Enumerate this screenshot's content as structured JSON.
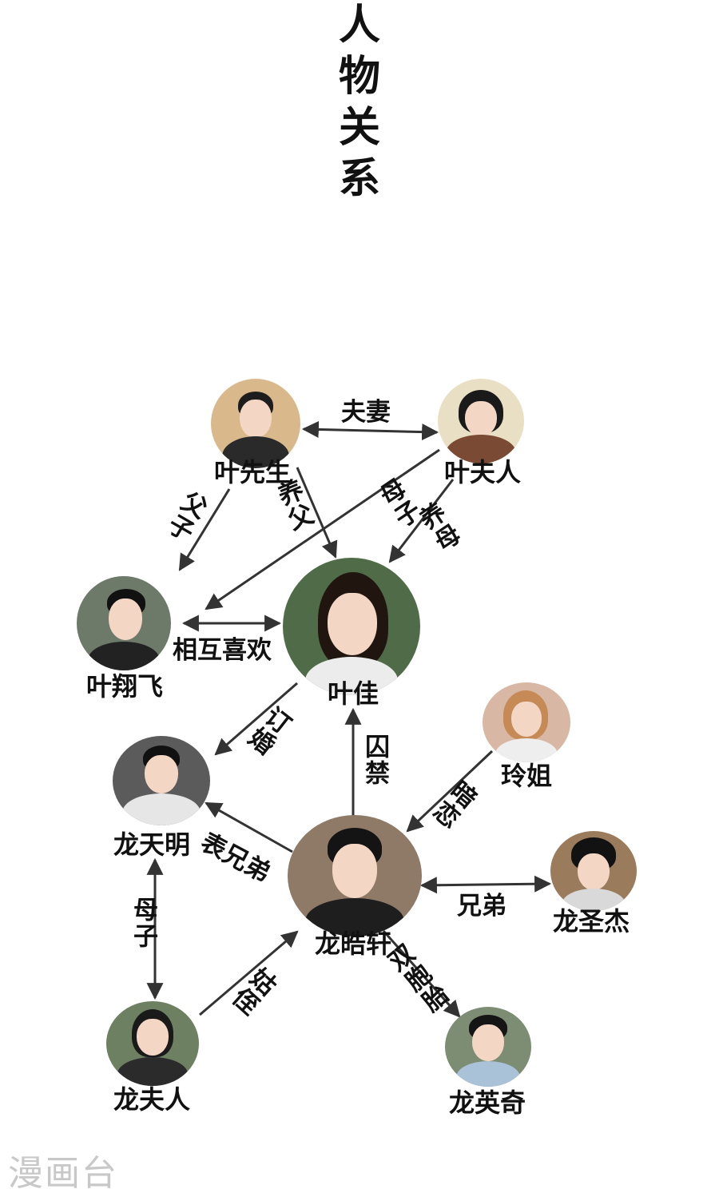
{
  "title": "人物关系",
  "people": {
    "ye_xiansheng": "叶先生",
    "ye_furen": "叶夫人",
    "ye_xiangfei": "叶翔飞",
    "ye_jia": "叶佳",
    "ling_jie": "玲姐",
    "long_tianming": "龙天明",
    "long_haoxuan": "龙皓轩",
    "long_shengjie": "龙圣杰",
    "long_furen": "龙夫人",
    "long_yingqi": "龙英奇"
  },
  "relations": {
    "fuqi": "夫妻",
    "fuzi": "父子",
    "yangfu": "养父",
    "muzi_top": "母子",
    "yangmu": "养母",
    "xianghu_xihuan": "相互喜欢",
    "dinghun": "订婚",
    "qinjin": "囚禁",
    "anlian": "暗恋",
    "biaoxiongdi": "表兄弟",
    "xiongdi": "兄弟",
    "muzi_bottom": "母子",
    "guzhi": "姑侄",
    "shuangbaotai": "双胞胎"
  },
  "watermark": "漫画台",
  "colors": {
    "arrow": "#333333",
    "text": "#111111",
    "watermark": "#c8c8c8"
  }
}
